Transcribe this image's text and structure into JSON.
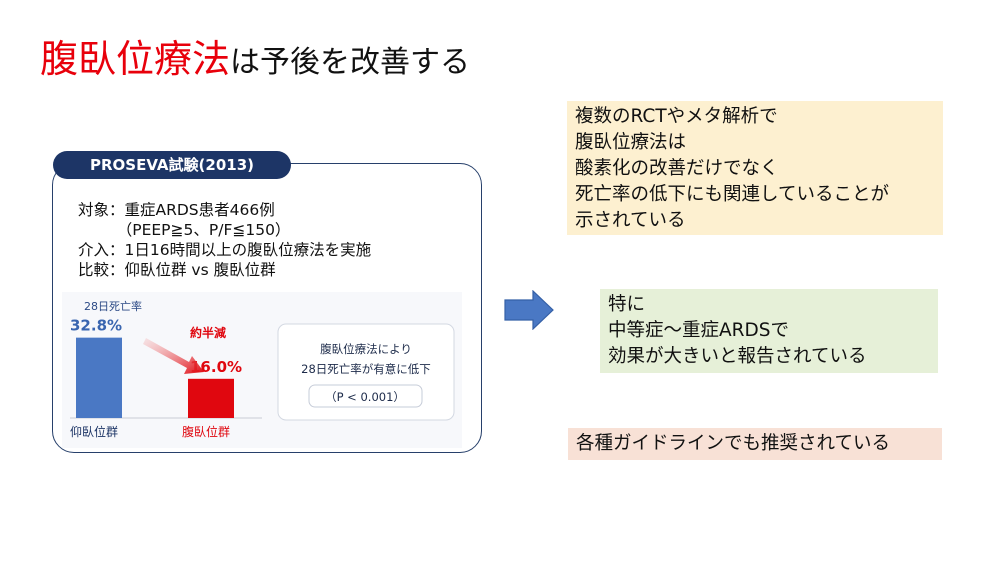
{
  "title": {
    "highlight": "腹臥位療法",
    "rest": "は予後を改善する"
  },
  "study": {
    "tab_label": "PROSEVA試験(2013)",
    "lines": [
      "対象：重症ARDS患者466例",
      "　　　（PEEP≧5、P/F≦150）",
      "介入：1日16時間以上の腹臥位療法を実施",
      "比較：仰臥位群 vs 腹臥位群"
    ]
  },
  "chart_data": {
    "type": "bar",
    "ylabel": "28日死亡率",
    "categories": [
      "仰臥位群",
      "腹臥位群"
    ],
    "values": [
      32.8,
      16.0
    ],
    "value_labels": [
      "32.8%",
      "16.0%"
    ],
    "annotation": "約半減",
    "colors": [
      "#4a78c4",
      "#e0070f"
    ],
    "ylim": [
      0,
      40
    ]
  },
  "result_box": {
    "line1": "腹臥位療法により",
    "line2": "28日死亡率が有意に低下",
    "pvalue": "（P < 0.001）"
  },
  "right": {
    "box1_lines": [
      "複数のRCTやメタ解析で",
      "腹臥位療法は",
      "酸素化の改善だけでなく",
      "死亡率の低下にも関連していることが",
      "示されている"
    ],
    "box2_lines": [
      "特に",
      "中等症～重症ARDSで",
      "効果が大きいと報告されている"
    ],
    "box3_lines": [
      "各種ガイドラインでも推奨されている"
    ]
  },
  "colors": {
    "title_red": "#e8000b",
    "navy": "#1d3566",
    "arrow_blue": "#4a78c4"
  }
}
